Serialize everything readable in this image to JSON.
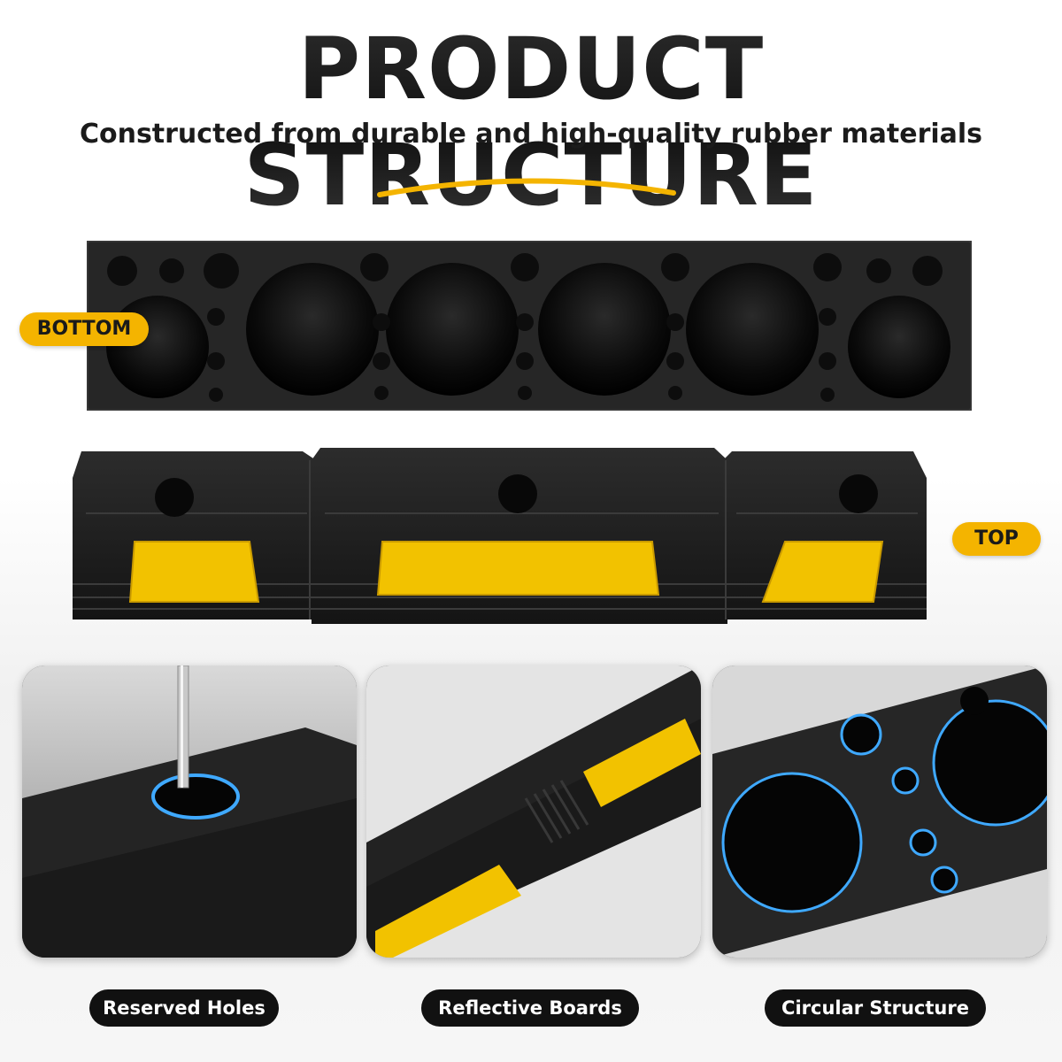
{
  "header": {
    "title": "PRODUCT STRUCTURE",
    "subtitle": "Constructed from durable and high-quality rubber materials"
  },
  "labels": {
    "bottom": "BOTTOM",
    "top": "TOP"
  },
  "features": [
    {
      "label": "Reserved Holes"
    },
    {
      "label": "Reflective Boards"
    },
    {
      "label": "Circular Structure"
    }
  ],
  "colors": {
    "accent": "#f4b400",
    "rubber": "#1e1e1e",
    "reflector": "#f2c200",
    "highlight": "#3fa9ff"
  }
}
